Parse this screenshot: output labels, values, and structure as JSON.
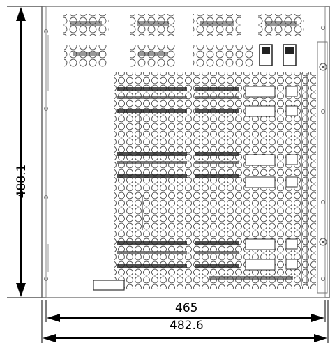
{
  "dimensions": {
    "height": "488.1",
    "inner_width": "465",
    "outer_width": "482.6"
  }
}
